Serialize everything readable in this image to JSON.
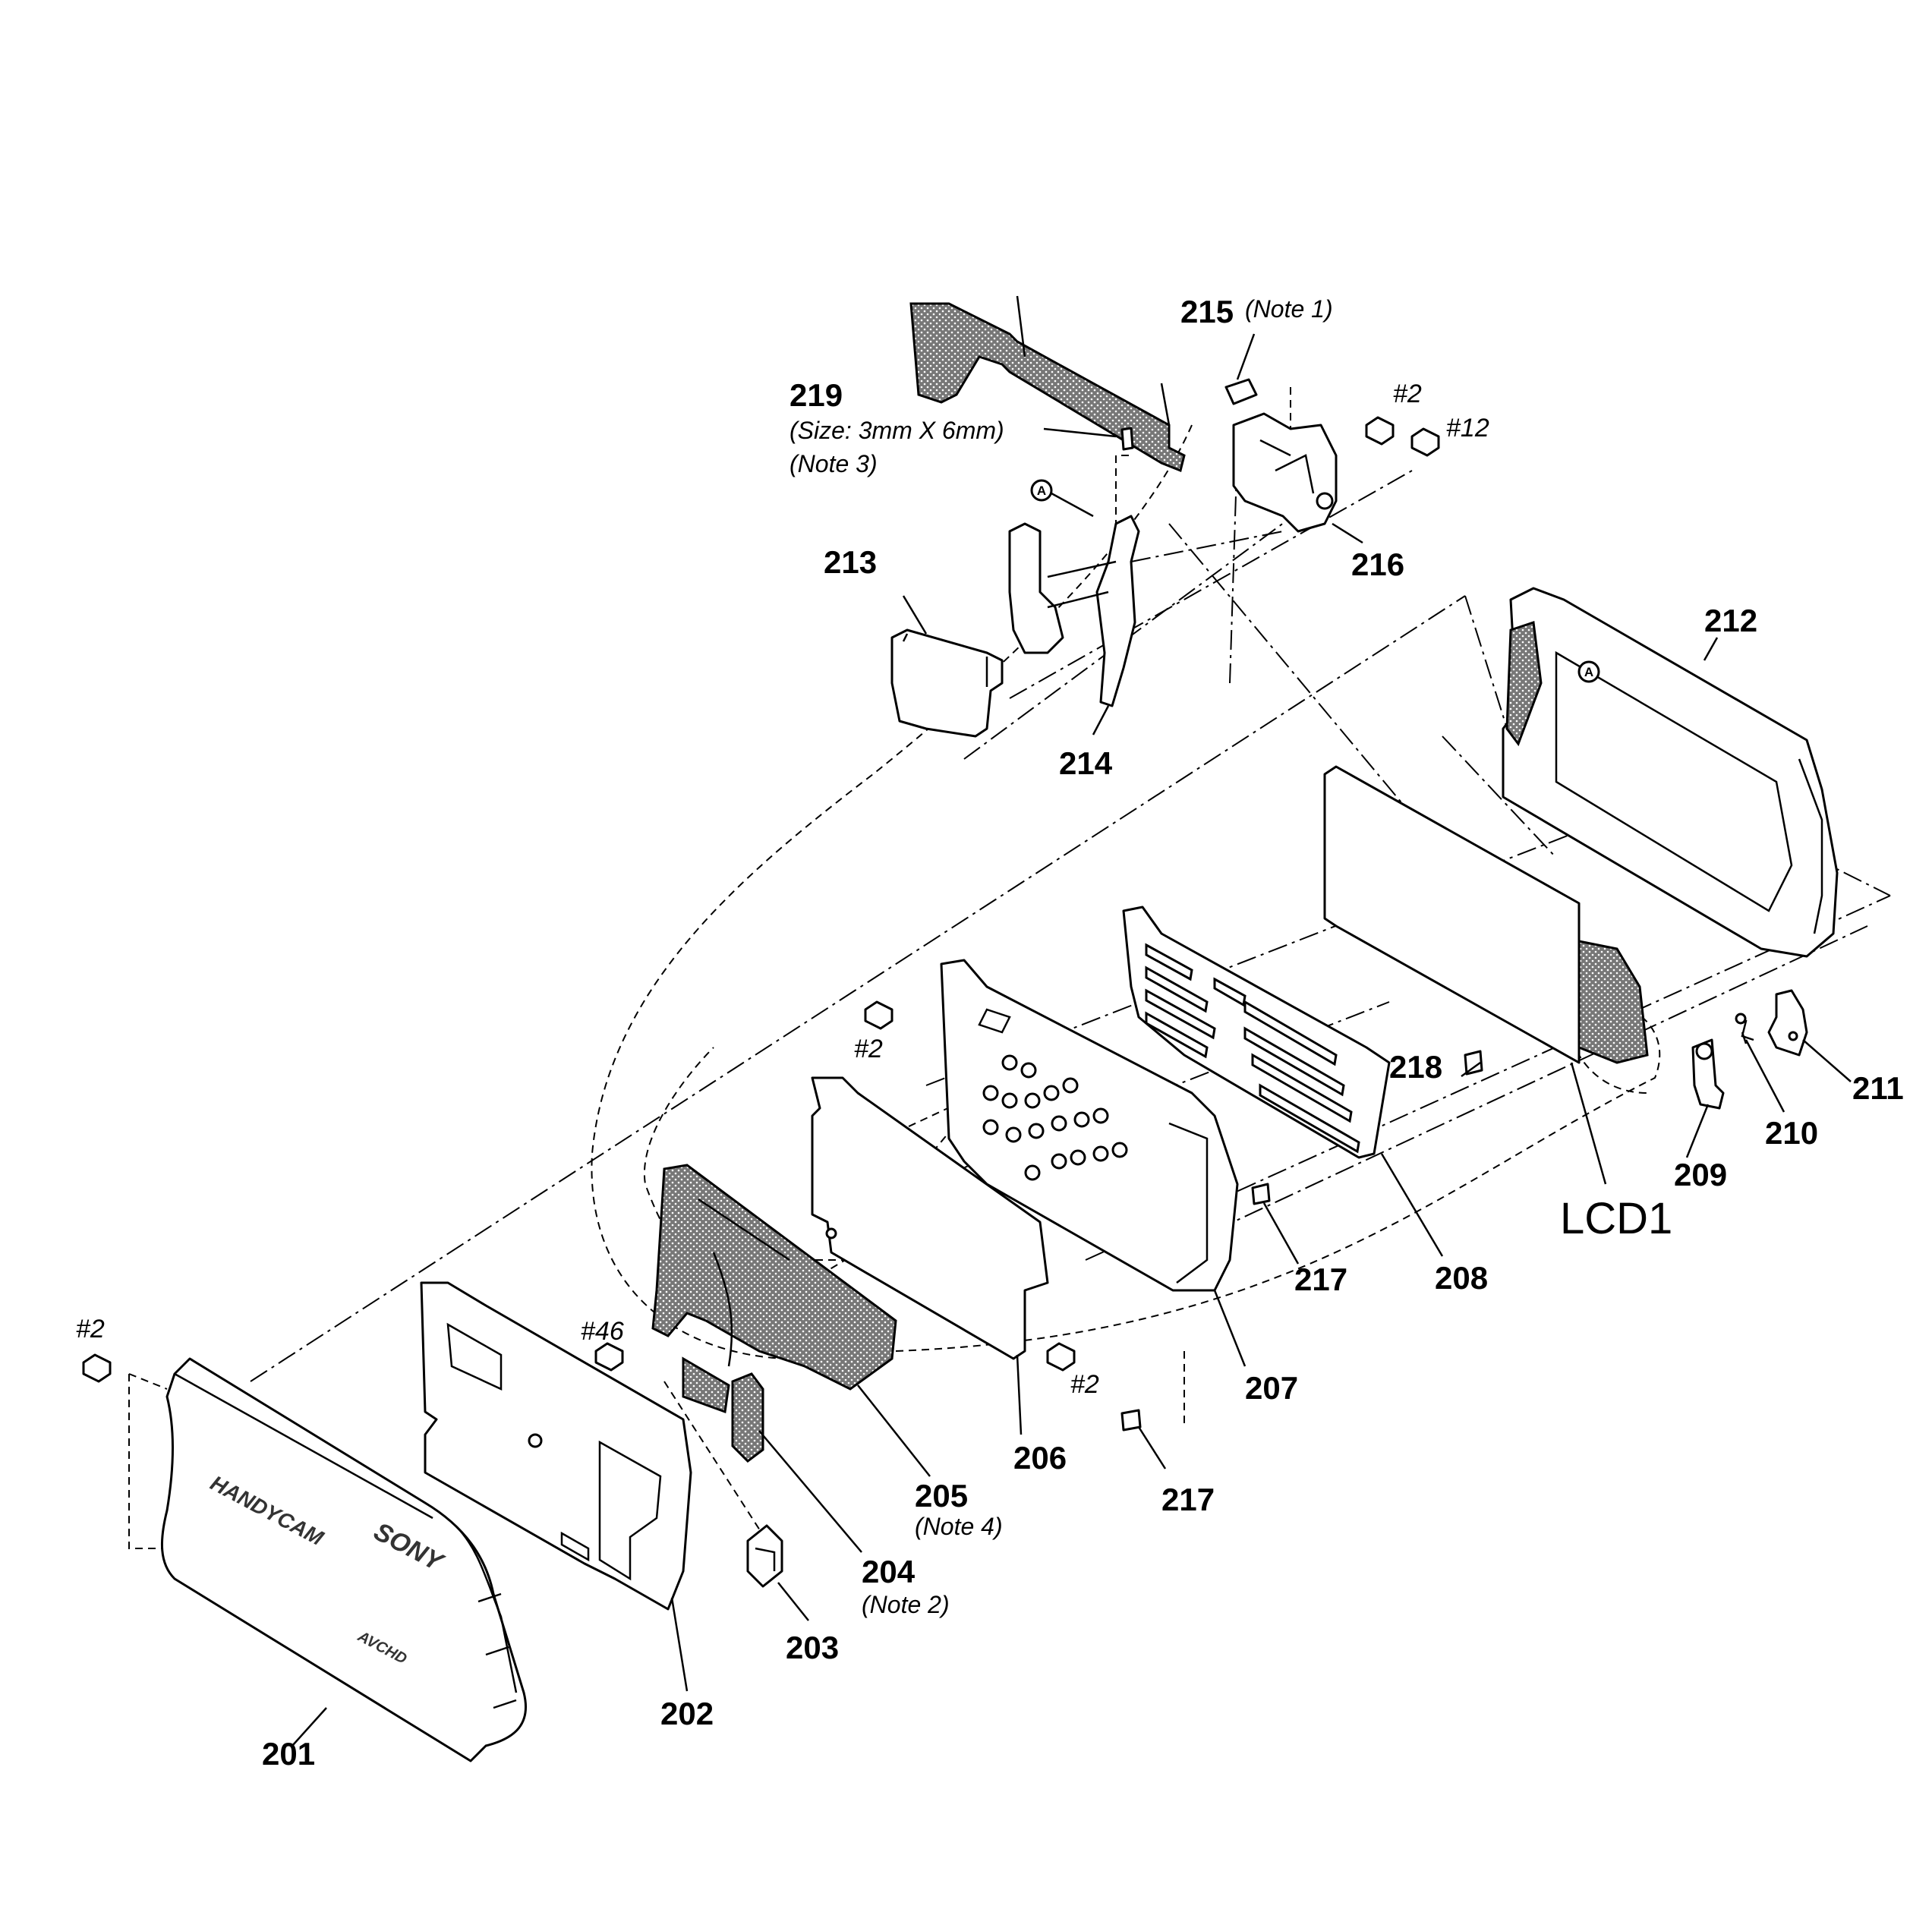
{
  "diagram": {
    "parts": [
      {
        "id": "201",
        "label": "201"
      },
      {
        "id": "202",
        "label": "202"
      },
      {
        "id": "203",
        "label": "203"
      },
      {
        "id": "204",
        "label": "204",
        "note": "(Note 2)"
      },
      {
        "id": "205",
        "label": "205",
        "note": "(Note 4)"
      },
      {
        "id": "206",
        "label": "206"
      },
      {
        "id": "207",
        "label": "207"
      },
      {
        "id": "208",
        "label": "208"
      },
      {
        "id": "209",
        "label": "209"
      },
      {
        "id": "210",
        "label": "210"
      },
      {
        "id": "211",
        "label": "211"
      },
      {
        "id": "212",
        "label": "212"
      },
      {
        "id": "213",
        "label": "213"
      },
      {
        "id": "214",
        "label": "214"
      },
      {
        "id": "215",
        "label": "215",
        "note": "(Note 1)"
      },
      {
        "id": "216",
        "label": "216"
      },
      {
        "id": "217a",
        "label": "217"
      },
      {
        "id": "217b",
        "label": "217"
      },
      {
        "id": "218",
        "label": "218"
      },
      {
        "id": "219",
        "label": "219",
        "note": "(Size: 3mm X 6mm)",
        "note2": "(Note 3)"
      }
    ],
    "screws": [
      "#2",
      "#12",
      "#2",
      "#46",
      "#2",
      "#2"
    ],
    "lcd_label": "LCD1",
    "ref_mark": "A",
    "cover_text": {
      "brand": "SONY",
      "model": "HANDYCAM",
      "sub": "AVCHD"
    }
  }
}
